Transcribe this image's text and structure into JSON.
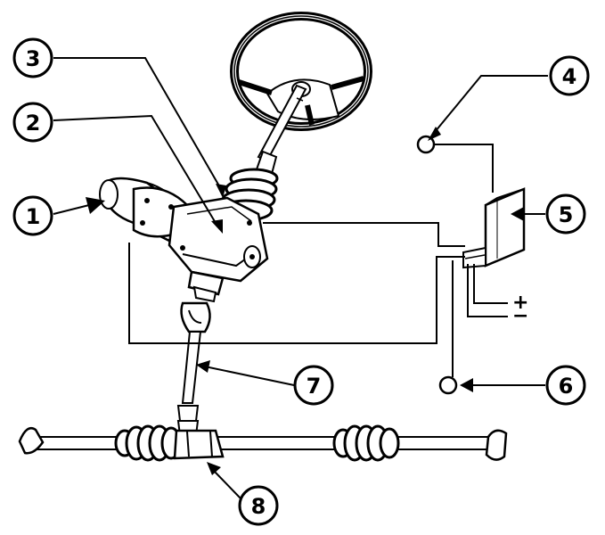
{
  "callouts": [
    {
      "id": "1",
      "label": "1"
    },
    {
      "id": "2",
      "label": "2"
    },
    {
      "id": "3",
      "label": "3"
    },
    {
      "id": "4",
      "label": "4"
    },
    {
      "id": "5",
      "label": "5"
    },
    {
      "id": "6",
      "label": "6"
    },
    {
      "id": "7",
      "label": "7"
    },
    {
      "id": "8",
      "label": "8"
    }
  ],
  "terminals": {
    "plus": "+",
    "minus": "−"
  },
  "colors": {
    "ink": "#000000",
    "paper": "#ffffff",
    "shade": "#bdbdbd"
  }
}
